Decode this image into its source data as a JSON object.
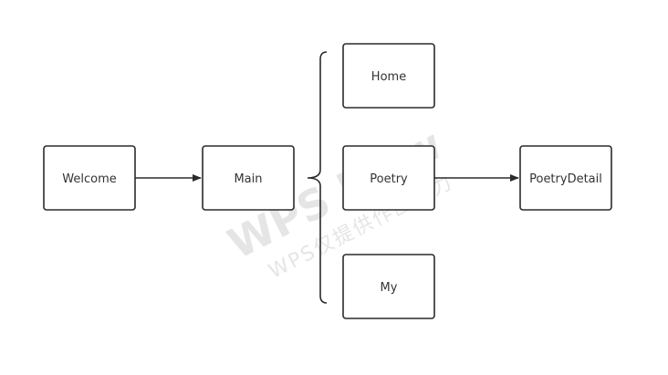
{
  "diagram": {
    "nodes": {
      "welcome": "Welcome",
      "main": "Main",
      "home": "Home",
      "poetry": "Poetry",
      "my": "My",
      "poetry_detail": "PoetryDetail"
    }
  },
  "watermark": {
    "main": "WPS Flow",
    "sub": "WPS仅提供作图能力"
  }
}
